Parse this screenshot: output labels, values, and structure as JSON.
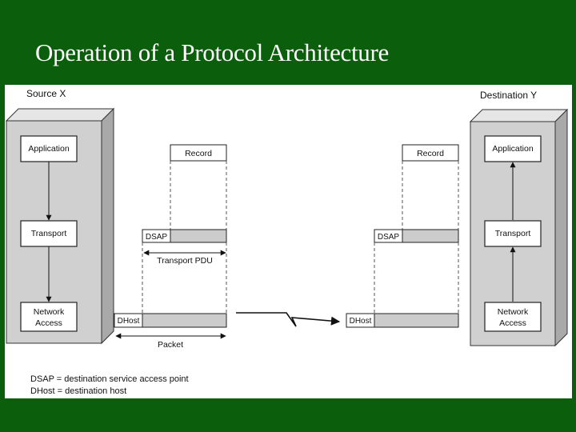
{
  "slide": {
    "title": "Operation of a Protocol Architecture"
  },
  "source": {
    "label": "Source X",
    "layers": {
      "application": "Application",
      "transport": "Transport",
      "network_line1": "Network",
      "network_line2": "Access"
    }
  },
  "destination": {
    "label": "Destination Y",
    "layers": {
      "application": "Application",
      "transport": "Transport",
      "network_line1": "Network",
      "network_line2": "Access"
    }
  },
  "left_units": {
    "record": "Record",
    "dsap": "DSAP",
    "dhost": "DHost",
    "transport_pdu": "Transport PDU",
    "packet": "Packet"
  },
  "right_units": {
    "record": "Record",
    "dsap": "DSAP",
    "dhost": "DHost"
  },
  "legend": {
    "line1": "DSAP = destination service access point",
    "line2": "DHost = destination host"
  },
  "colors": {
    "slide_background": "#0b5e0b",
    "box_side": "#a9a9a9",
    "box_face": "#d0d0d0",
    "header_fill": "#cccccc"
  }
}
